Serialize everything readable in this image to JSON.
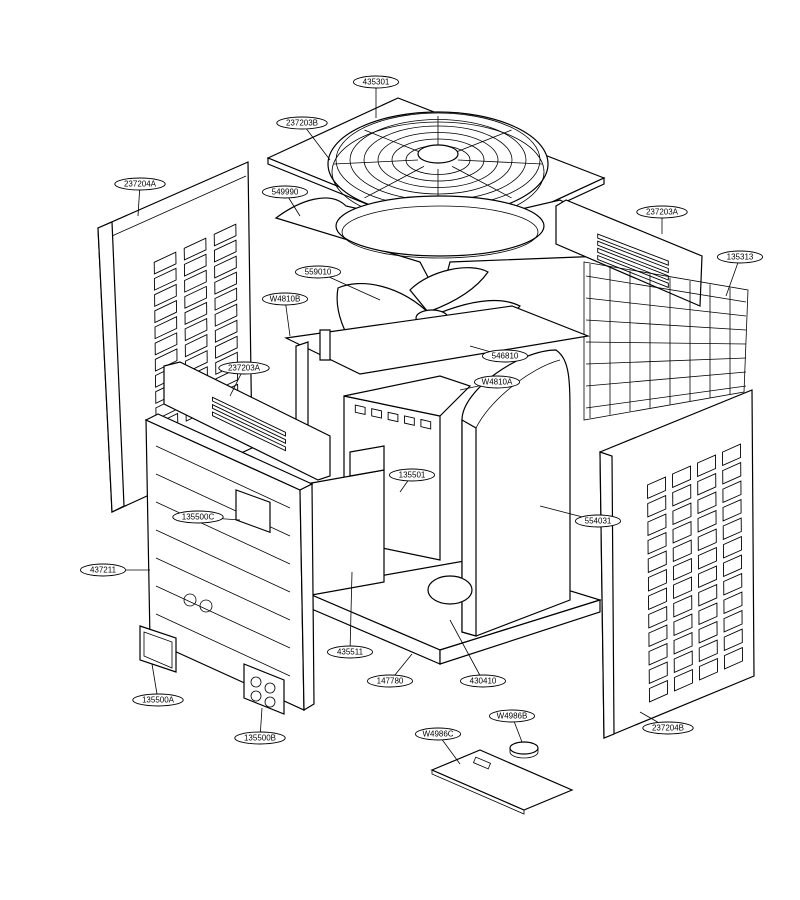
{
  "diagram": {
    "callouts": [
      {
        "id": "c-435301",
        "label": "435301"
      },
      {
        "id": "c-237203B",
        "label": "237203B"
      },
      {
        "id": "c-237204A",
        "label": "237204A"
      },
      {
        "id": "c-549990",
        "label": "549990"
      },
      {
        "id": "c-237203A-top",
        "label": "237203A"
      },
      {
        "id": "c-135313",
        "label": "135313"
      },
      {
        "id": "c-559010",
        "label": "559010"
      },
      {
        "id": "c-W4810B",
        "label": "W4810B"
      },
      {
        "id": "c-546810",
        "label": "546810"
      },
      {
        "id": "c-237203A-left",
        "label": "237203A"
      },
      {
        "id": "c-W4810A",
        "label": "W4810A"
      },
      {
        "id": "c-135501",
        "label": "135501"
      },
      {
        "id": "c-135500C",
        "label": "135500C"
      },
      {
        "id": "c-554031",
        "label": "554031"
      },
      {
        "id": "c-437211",
        "label": "437211"
      },
      {
        "id": "c-435511",
        "label": "435511"
      },
      {
        "id": "c-147780",
        "label": "147780"
      },
      {
        "id": "c-430410",
        "label": "430410"
      },
      {
        "id": "c-135500A",
        "label": "135500A"
      },
      {
        "id": "c-237204B",
        "label": "237204B"
      },
      {
        "id": "c-W4986B",
        "label": "W4986B"
      },
      {
        "id": "c-W4986C",
        "label": "W4986C"
      },
      {
        "id": "c-135500B",
        "label": "135500B"
      }
    ]
  }
}
